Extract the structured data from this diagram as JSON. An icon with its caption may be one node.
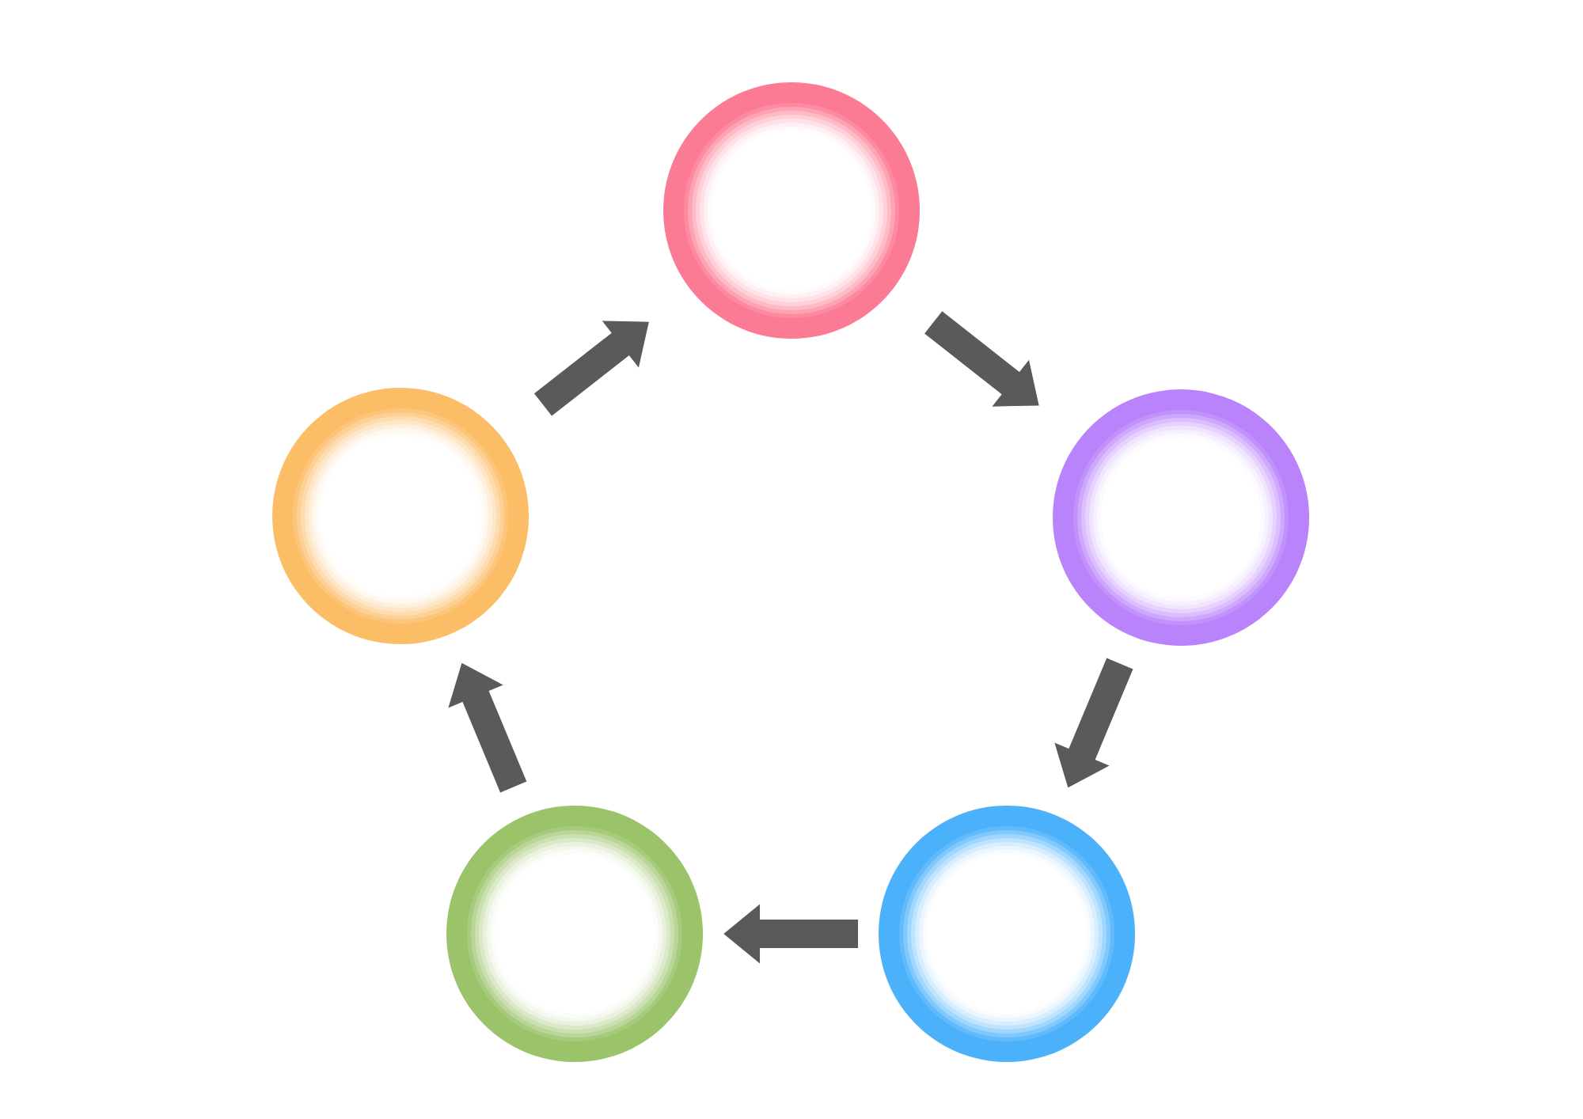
{
  "diagram": {
    "nodes": [
      {
        "text": [],
        "shape": "circle"
      },
      {
        "text": [],
        "shape": "circle"
      },
      {
        "text": [],
        "shape": "circle"
      },
      {
        "text": [],
        "shape": "circle"
      },
      {
        "text": [],
        "shape": "circle"
      }
    ],
    "edges": [
      {
        "from": 0,
        "to": 2,
        "arrow": "to"
      },
      {
        "from": 2,
        "to": 4,
        "arrow": "to"
      },
      {
        "from": 4,
        "to": 3,
        "arrow": "to"
      },
      {
        "from": 3,
        "to": 1,
        "arrow": "to"
      },
      {
        "from": 1,
        "to": 0,
        "arrow": "to"
      }
    ]
  }
}
